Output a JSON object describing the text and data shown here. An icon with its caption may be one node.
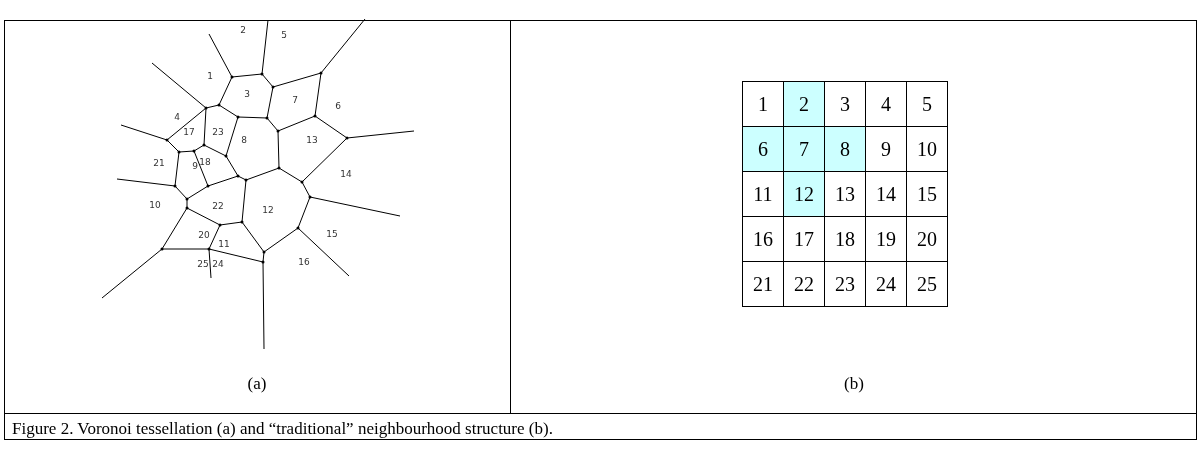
{
  "diagram": {
    "caption": "Figure 2. Voronoi tessellation (a) and “traditional” neighbourhood structure (b).",
    "labels": [
      "2",
      "5",
      "1",
      "3",
      "7",
      "6",
      "4",
      "17",
      "23",
      "8",
      "13",
      "21",
      "9",
      "18",
      "14",
      "10",
      "22",
      "12",
      "20",
      "11",
      "15",
      "25",
      "24",
      "16",
      "(a)",
      "1",
      "2",
      "3",
      "4",
      "5",
      "6",
      "7",
      "8",
      "9",
      "10",
      "11",
      "12",
      "13",
      "14",
      "15",
      "16",
      "17",
      "18",
      "19",
      "20",
      "21",
      "22",
      "23",
      "24",
      "25",
      "(b)"
    ]
  }
}
